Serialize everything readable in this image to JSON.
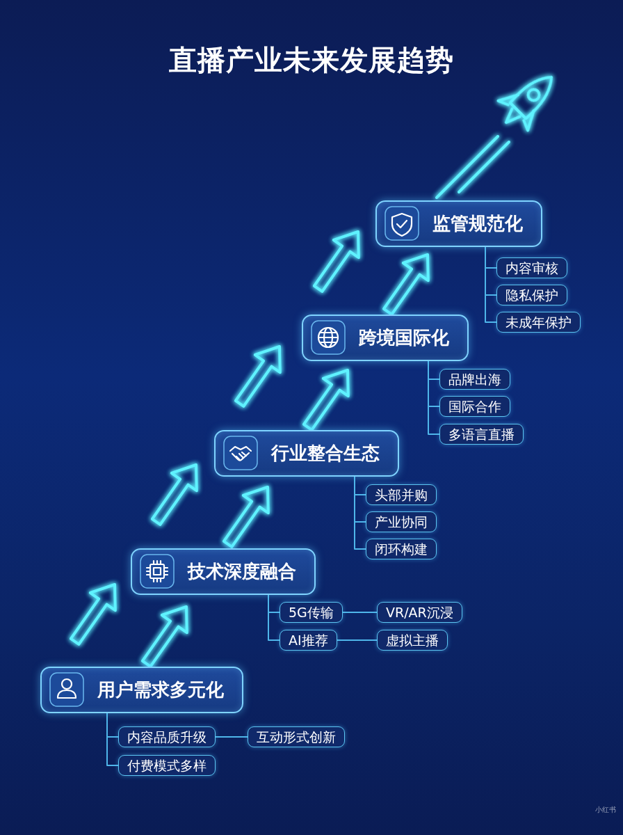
{
  "diagram": {
    "title": "直播产业未来发展趋势",
    "nodes": [
      {
        "text": [
          "监管规范化"
        ]
      },
      {
        "text": [
          "内容审核"
        ]
      },
      {
        "text": [
          "隐私保护"
        ]
      },
      {
        "text": [
          "未成年保护"
        ]
      },
      {
        "text": [
          "跨境国际化"
        ]
      },
      {
        "text": [
          "品牌出海"
        ]
      },
      {
        "text": [
          "国际合作"
        ]
      },
      {
        "text": [
          "多语言直播"
        ]
      },
      {
        "text": [
          "行业整合生态"
        ]
      },
      {
        "text": [
          "头部并购"
        ]
      },
      {
        "text": [
          "产业协同"
        ]
      },
      {
        "text": [
          "闭环构建"
        ]
      },
      {
        "text": [
          "技术深度融合"
        ]
      },
      {
        "text": [
          "5G传输"
        ]
      },
      {
        "text": [
          "VR/AR沉浸"
        ]
      },
      {
        "text": [
          "AI推荐"
        ]
      },
      {
        "text": [
          "虚拟主播"
        ]
      },
      {
        "text": [
          "用户需求多元化"
        ]
      },
      {
        "text": [
          "内容品质升级"
        ]
      },
      {
        "text": [
          "互动形式创新"
        ]
      },
      {
        "text": [
          "付费模式多样"
        ]
      }
    ],
    "edges": [
      {
        "from": 0,
        "to": 1,
        "arrow": "none"
      },
      {
        "from": 0,
        "to": 2,
        "arrow": "none"
      },
      {
        "from": 0,
        "to": 3,
        "arrow": "none"
      },
      {
        "from": 4,
        "to": 5,
        "arrow": "none"
      },
      {
        "from": 4,
        "to": 6,
        "arrow": "none"
      },
      {
        "from": 4,
        "to": 7,
        "arrow": "none"
      },
      {
        "from": 8,
        "to": 9,
        "arrow": "none"
      },
      {
        "from": 8,
        "to": 10,
        "arrow": "none"
      },
      {
        "from": 8,
        "to": 11,
        "arrow": "none"
      },
      {
        "from": 12,
        "to": 13,
        "arrow": "none"
      },
      {
        "from": 12,
        "to": 15,
        "arrow": "none"
      },
      {
        "from": 13,
        "to": 14,
        "arrow": "none"
      },
      {
        "from": 15,
        "to": 16,
        "arrow": "none"
      },
      {
        "from": 17,
        "to": 18,
        "arrow": "none"
      },
      {
        "from": 17,
        "to": 20,
        "arrow": "none"
      },
      {
        "from": 18,
        "to": 19,
        "arrow": "none"
      }
    ],
    "labels": [
      "小红书"
    ]
  }
}
